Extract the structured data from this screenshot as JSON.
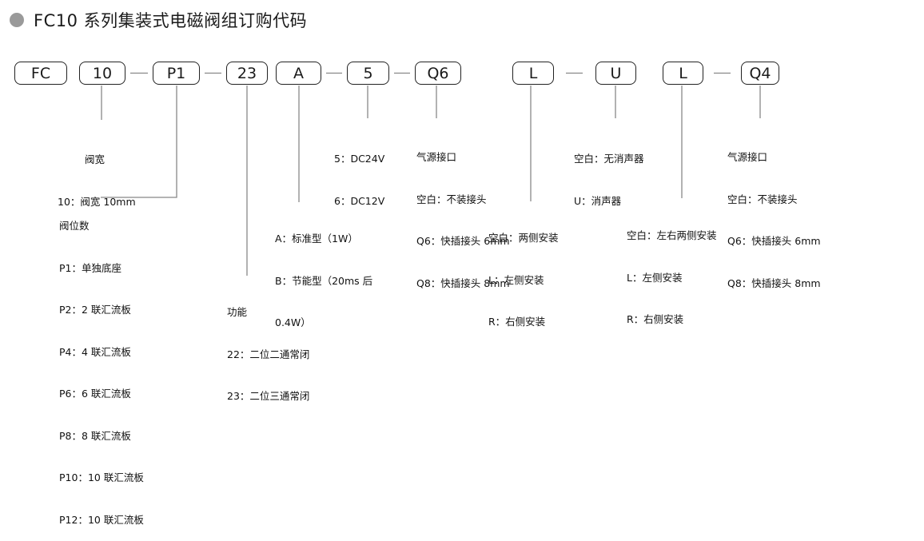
{
  "title": "FC10 系列集装式电磁阀组订购代码",
  "codes": [
    {
      "id": "series",
      "label": "FC"
    },
    {
      "id": "width",
      "label": "10"
    },
    {
      "id": "positions",
      "label": "P1"
    },
    {
      "id": "function",
      "label": "23"
    },
    {
      "id": "power",
      "label": "A"
    },
    {
      "id": "voltage",
      "label": "5"
    },
    {
      "id": "air-inlet-1",
      "label": "Q6"
    },
    {
      "id": "install-1",
      "label": "L"
    },
    {
      "id": "silencer",
      "label": "U"
    },
    {
      "id": "install-2",
      "label": "L"
    },
    {
      "id": "air-inlet-2",
      "label": "Q4"
    }
  ],
  "descriptions": {
    "width": [
      "阀宽",
      "10：阀宽 10mm"
    ],
    "positions": [
      "阀位数",
      "P1：单独底座",
      "P2：2 联汇流板",
      "P4：4 联汇流板",
      "P6：6 联汇流板",
      "P8：8 联汇流板",
      "P10：10 联汇流板",
      "P12：10 联汇流板"
    ],
    "function": [
      "功能",
      "22：二位二通常闭",
      "23：二位三通常闭"
    ],
    "power": [
      "A：标准型（1W）",
      "B：节能型（20ms 后",
      "0.4W）"
    ],
    "voltage": [
      "5：DC24V",
      "6：DC12V"
    ],
    "air_inlet_1": [
      "气源接口",
      "空白：不装接头",
      "Q6：快插接头 6mm",
      "Q8：快插接头 8mm"
    ],
    "install_1": [
      "空白：两侧安装",
      "L：左侧安装",
      "R：右侧安装"
    ],
    "silencer": [
      "空白：无消声器",
      "U：消声器"
    ],
    "install_2": [
      "空白：左右两侧安装",
      "L：左侧安装",
      "R：右侧安装"
    ],
    "air_inlet_2": [
      "气源接口",
      "空白：不装接头",
      "Q6：快插接头 6mm",
      "Q8：快插接头 8mm"
    ]
  }
}
